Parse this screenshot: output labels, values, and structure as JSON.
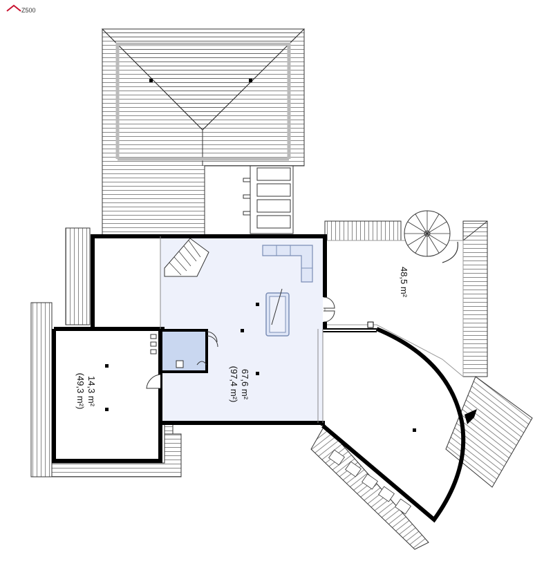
{
  "logo": {
    "text": "Z500"
  },
  "rooms": {
    "main_area": "67,6 m²",
    "main_area_total": "(97,4 m²)",
    "left_room_area": "14,3 m²",
    "left_room_total": "(49,3 m²)",
    "terrace_area": "48,5 m²"
  },
  "colors": {
    "wall": "#000000",
    "roof_line": "#555555",
    "floor_fill": "#eef1fb",
    "bathroom_fill": "#c9d7f0",
    "furniture_fill": "#dfe6f7",
    "furniture_stroke": "#7a8db5",
    "logo_red": "#c8102e"
  }
}
